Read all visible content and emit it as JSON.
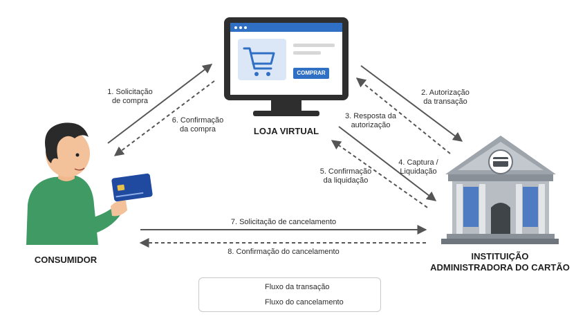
{
  "nodes": {
    "store": "LOJA VIRTUAL",
    "consumer": "CONSUMIDOR",
    "institution_line1": "INSTITUIÇÃO",
    "institution_line2": "ADMINISTRADORA DO CARTÃO"
  },
  "store_ui": {
    "buy_button": "COMPRAR"
  },
  "steps": {
    "s1": [
      "1. Solicitação",
      "de compra"
    ],
    "s2": [
      "2. Autorização",
      "da transação"
    ],
    "s3": [
      "3. Resposta da",
      "autorização"
    ],
    "s4": [
      "4. Captura /",
      "Liquidação"
    ],
    "s5": [
      "5. Confirmação",
      "da liquidação"
    ],
    "s6": [
      "6. Confirmação",
      "da compra"
    ],
    "s7": "7. Solicitação de cancelamento",
    "s8": "8. Confirmação do cancelamento"
  },
  "legend": {
    "solid": "Fluxo da transação",
    "dashed": "Fluxo do cancelamento"
  },
  "colors": {
    "arrow": "#555555",
    "screen_accent": "#2f6fc4",
    "monitor": "#2e2e2e",
    "shirt": "#3f9a63",
    "card": "#1f4aa0",
    "bank": "#9ea4ab"
  },
  "icons": [
    "monitor-icon",
    "shopping-cart-icon",
    "consumer-illustration",
    "credit-card-icon",
    "bank-building-icon"
  ]
}
